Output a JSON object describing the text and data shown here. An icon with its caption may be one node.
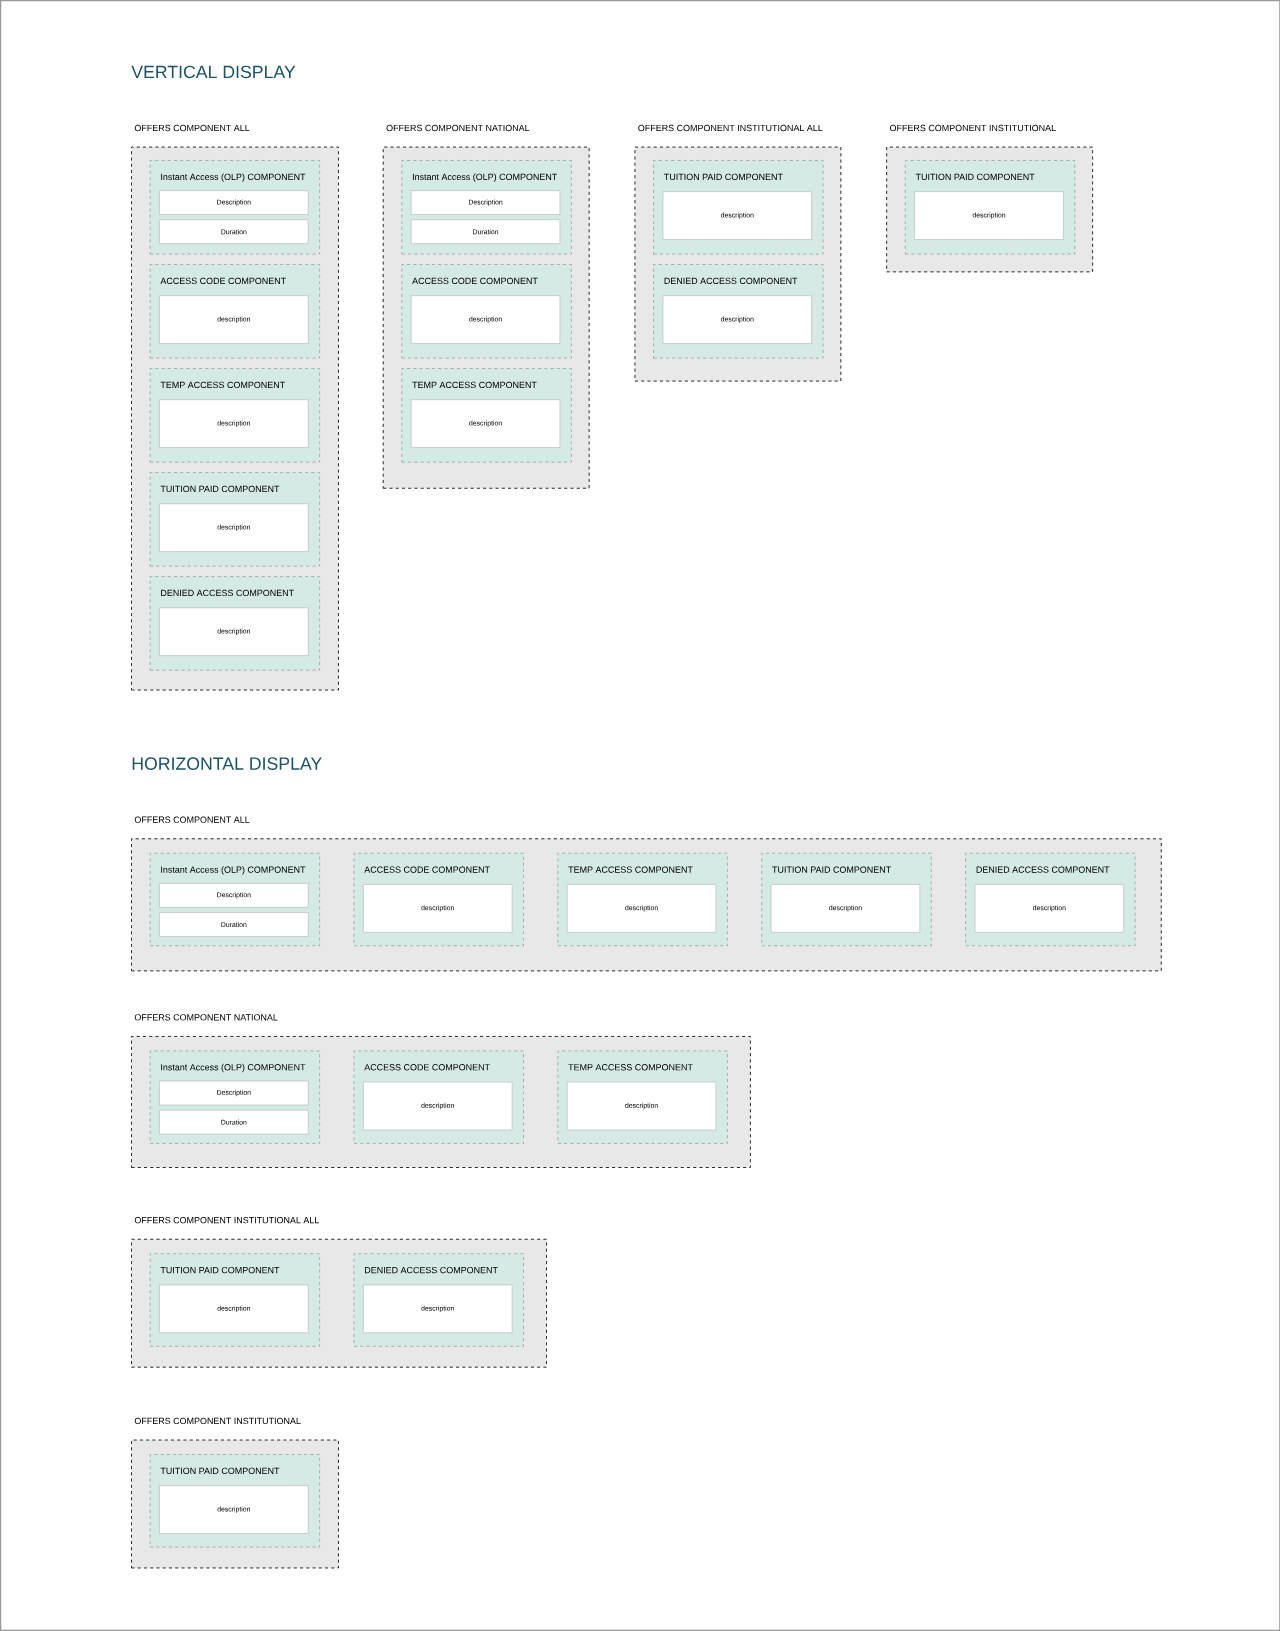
{
  "diagram": {
    "labels": [
      "VERTICAL DISPLAY",
      "HORIZONTAL DISPLAY"
    ],
    "nodes": [
      {
        "text": [
          "OFFERS COMPONENT ALL"
        ]
      },
      {
        "text": [
          "Instant Access (OLP) COMPONENT"
        ],
        "in": 0
      },
      {
        "text": [
          "Description"
        ],
        "in": 1
      },
      {
        "text": [
          "Duration"
        ],
        "in": 1
      },
      {
        "text": [
          "ACCESS CODE COMPONENT"
        ],
        "in": 0
      },
      {
        "text": [
          "description"
        ],
        "in": 4
      },
      {
        "text": [
          "TEMP ACCESS COMPONENT"
        ],
        "in": 0
      },
      {
        "text": [
          "description"
        ],
        "in": 6
      },
      {
        "text": [
          "TUITION PAID COMPONENT"
        ],
        "in": 0
      },
      {
        "text": [
          "description"
        ],
        "in": 8
      },
      {
        "text": [
          "DENIED ACCESS COMPONENT"
        ],
        "in": 0
      },
      {
        "text": [
          "description"
        ],
        "in": 10
      },
      {
        "text": [
          "OFFERS COMPONENT NATIONAL"
        ]
      },
      {
        "text": [
          "Instant Access (OLP) COMPONENT"
        ],
        "in": 12
      },
      {
        "text": [
          "Description"
        ],
        "in": 13
      },
      {
        "text": [
          "Duration"
        ],
        "in": 13
      },
      {
        "text": [
          "ACCESS CODE COMPONENT"
        ],
        "in": 12
      },
      {
        "text": [
          "description"
        ],
        "in": 16
      },
      {
        "text": [
          "TEMP ACCESS COMPONENT"
        ],
        "in": 12
      },
      {
        "text": [
          "description"
        ],
        "in": 18
      },
      {
        "text": [
          "OFFERS COMPONENT INSTITUTIONAL ALL"
        ]
      },
      {
        "text": [
          "TUITION PAID COMPONENT"
        ],
        "in": 20
      },
      {
        "text": [
          "description"
        ],
        "in": 21
      },
      {
        "text": [
          "DENIED ACCESS COMPONENT"
        ],
        "in": 20
      },
      {
        "text": [
          "description"
        ],
        "in": 23
      },
      {
        "text": [
          "OFFERS COMPONENT INSTITUTIONAL"
        ]
      },
      {
        "text": [
          "TUITION PAID COMPONENT"
        ],
        "in": 25
      },
      {
        "text": [
          "description"
        ],
        "in": 26
      },
      {
        "text": [
          "OFFERS COMPONENT ALL"
        ]
      },
      {
        "text": [
          "Instant Access (OLP) COMPONENT"
        ],
        "in": 28
      },
      {
        "text": [
          "Description"
        ],
        "in": 29
      },
      {
        "text": [
          "Duration"
        ],
        "in": 29
      },
      {
        "text": [
          "ACCESS CODE COMPONENT"
        ],
        "in": 28
      },
      {
        "text": [
          "description"
        ],
        "in": 32
      },
      {
        "text": [
          "TEMP ACCESS COMPONENT"
        ],
        "in": 28
      },
      {
        "text": [
          "description"
        ],
        "in": 34
      },
      {
        "text": [
          "TUITION PAID COMPONENT"
        ],
        "in": 28
      },
      {
        "text": [
          "description"
        ],
        "in": 36
      },
      {
        "text": [
          "DENIED ACCESS COMPONENT"
        ],
        "in": 28
      },
      {
        "text": [
          "description"
        ],
        "in": 38
      },
      {
        "text": [
          "OFFERS COMPONENT NATIONAL"
        ]
      },
      {
        "text": [
          "Instant Access (OLP) COMPONENT"
        ],
        "in": 40
      },
      {
        "text": [
          "Description"
        ],
        "in": 41
      },
      {
        "text": [
          "Duration"
        ],
        "in": 41
      },
      {
        "text": [
          "ACCESS CODE COMPONENT"
        ],
        "in": 40
      },
      {
        "text": [
          "description"
        ],
        "in": 44
      },
      {
        "text": [
          "TEMP ACCESS COMPONENT"
        ],
        "in": 40
      },
      {
        "text": [
          "description"
        ],
        "in": 46
      },
      {
        "text": [
          "OFFERS COMPONENT INSTITUTIONAL ALL"
        ]
      },
      {
        "text": [
          "TUITION PAID COMPONENT"
        ],
        "in": 48
      },
      {
        "text": [
          "description"
        ],
        "in": 49
      },
      {
        "text": [
          "DENIED ACCESS COMPONENT"
        ],
        "in": 48
      },
      {
        "text": [
          "description"
        ],
        "in": 51
      },
      {
        "text": [
          "OFFERS COMPONENT INSTITUTIONAL"
        ]
      },
      {
        "text": [
          "TUITION PAID COMPONENT"
        ],
        "in": 53
      },
      {
        "text": [
          "description"
        ],
        "in": 54
      }
    ]
  }
}
